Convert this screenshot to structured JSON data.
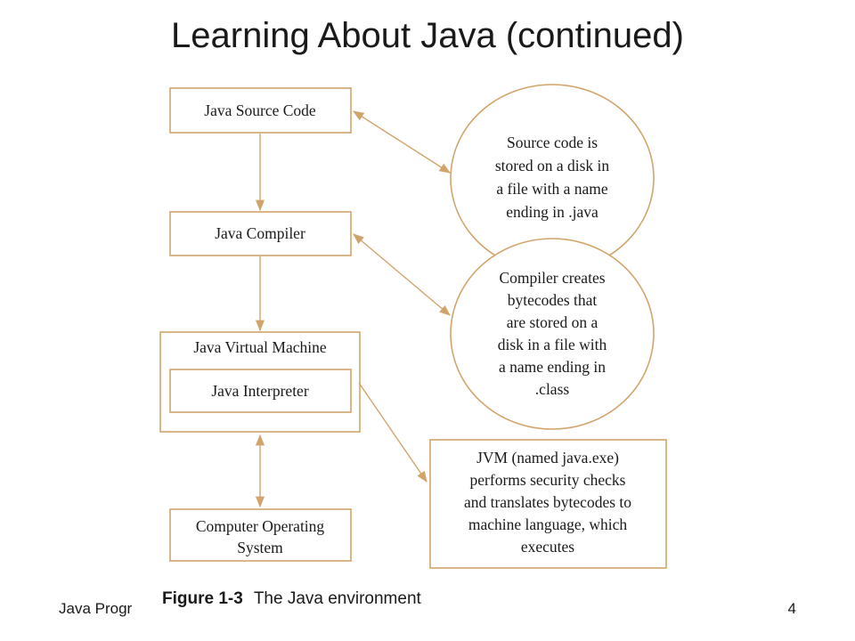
{
  "slide": {
    "title": "Learning About Java (continued)",
    "footer": "Java Programming",
    "page_number": "4"
  },
  "diagram": {
    "boxes": {
      "source_code": "Java Source Code",
      "compiler": "Java Compiler",
      "jvm": "Java Virtual Machine",
      "interpreter": "Java Interpreter",
      "os_line1": "Computer Operating",
      "os_line2": "System"
    },
    "notes": {
      "source": [
        "Source code is",
        "stored on a disk in",
        "a file with a name",
        "ending in .java"
      ],
      "compiler": [
        "Compiler creates",
        "bytecodes that",
        "are stored on a",
        "disk in a file with",
        "a name ending in",
        ".class"
      ],
      "jvm": [
        "JVM (named java.exe)",
        "performs security checks",
        "and translates bytecodes to",
        "machine language, which",
        "executes"
      ]
    },
    "caption": {
      "figure": "Figure 1-3",
      "text": "The Java environment"
    },
    "colors": {
      "line": "#d2a46c",
      "text": "#1a1a1a"
    }
  }
}
